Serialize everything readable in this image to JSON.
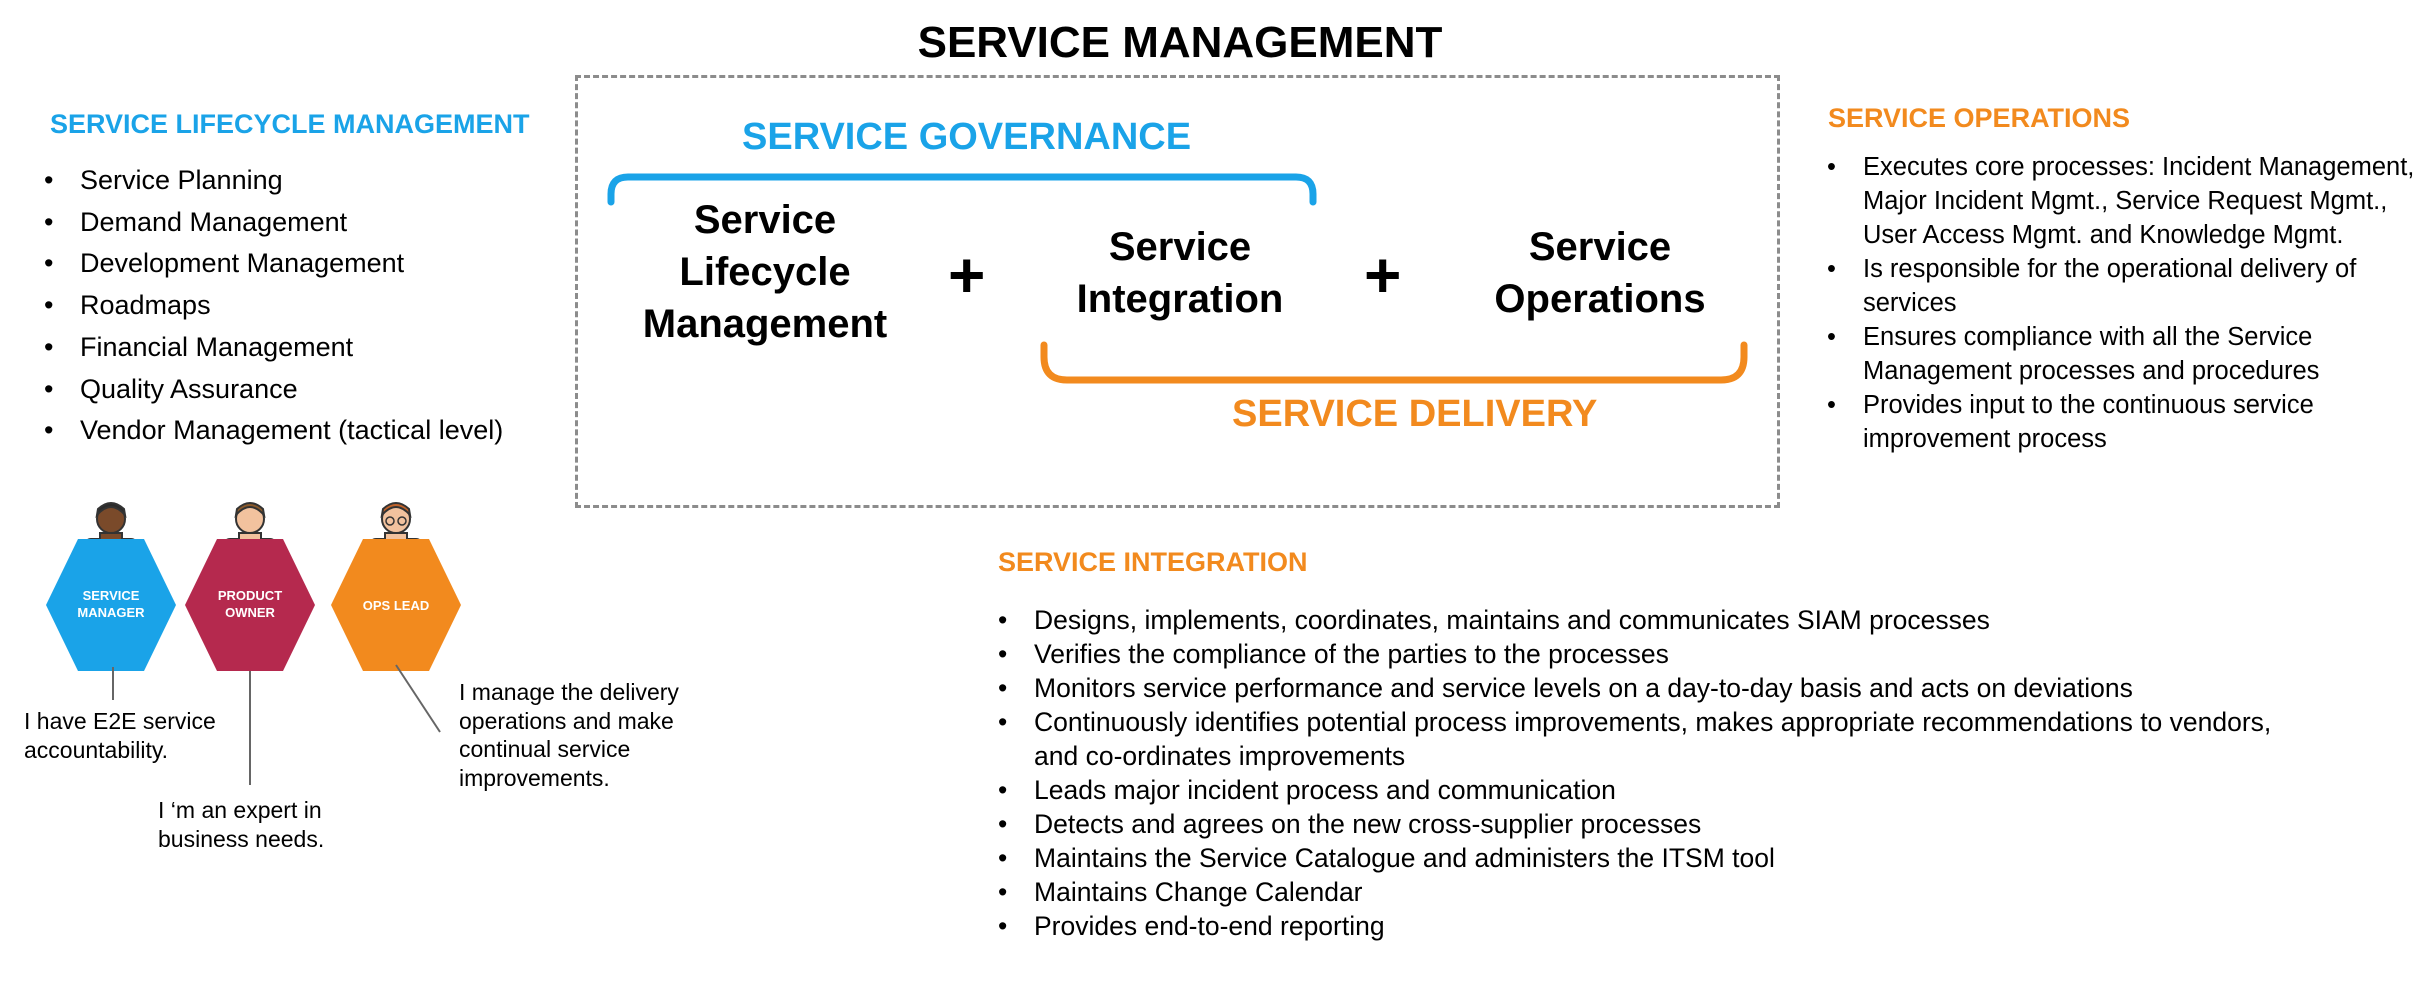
{
  "title": "SERVICE MANAGEMENT",
  "diagram": {
    "governance_label": "SERVICE GOVERNANCE",
    "delivery_label": "SERVICE DELIVERY",
    "boxes": [
      "Service Lifecycle Management",
      "Service Integration",
      "Service Operations"
    ],
    "box_lines": {
      "lifecycle": [
        "Service",
        "Lifecycle",
        "Management"
      ],
      "integration": [
        "Service",
        "Integration"
      ],
      "operations": [
        "Service",
        "Operations"
      ]
    },
    "plus": "+"
  },
  "lifecycle_section": {
    "heading": "SERVICE LIFECYCLE MANAGEMENT",
    "items": [
      "Service Planning",
      "Demand Management",
      "Development Management",
      "Roadmaps",
      "Financial Management",
      "Quality Assurance",
      "Vendor Management (tactical level)"
    ]
  },
  "operations_section": {
    "heading": "SERVICE OPERATIONS",
    "items": [
      "Executes core processes: Incident Management, Major Incident Mgmt., Service Request Mgmt., User Access Mgmt. and Knowledge Mgmt.",
      "Is responsible for the operational delivery of services",
      "Ensures compliance with all the Service Management processes and procedures",
      "Provides input to the continuous service improvement process"
    ]
  },
  "integration_section": {
    "heading": "SERVICE INTEGRATION",
    "items": [
      "Designs, implements, coordinates, maintains and communicates SIAM processes",
      "Verifies the compliance of the parties to the processes",
      "Monitors service performance and service levels on a day-to-day basis and acts on deviations",
      "Continuously identifies potential process improvements, makes appropriate recommendations to vendors, and co-ordinates improvements",
      "Leads major incident process and communication",
      "Detects and agrees on the new cross-supplier processes",
      "Maintains the Service Catalogue and administers the ITSM tool",
      "Maintains Change Calendar",
      "Provides end-to-end reporting"
    ]
  },
  "personas": [
    {
      "role_lines": [
        "SERVICE",
        "MANAGER"
      ],
      "color": "#1aa3e8",
      "note": "I have E2E service accountability."
    },
    {
      "role_lines": [
        "PRODUCT",
        "OWNER"
      ],
      "color": "#b5294e",
      "note": "I ‘m an expert in business needs."
    },
    {
      "role_lines": [
        "OPS LEAD"
      ],
      "color": "#f28a1e",
      "note": "I manage the delivery operations and make continual service improvements."
    }
  ],
  "colors": {
    "governance": "#1aa3e8",
    "delivery": "#f28a1e",
    "service_manager": "#1aa3e8",
    "product_owner": "#b5294e",
    "ops_lead": "#f28a1e"
  }
}
